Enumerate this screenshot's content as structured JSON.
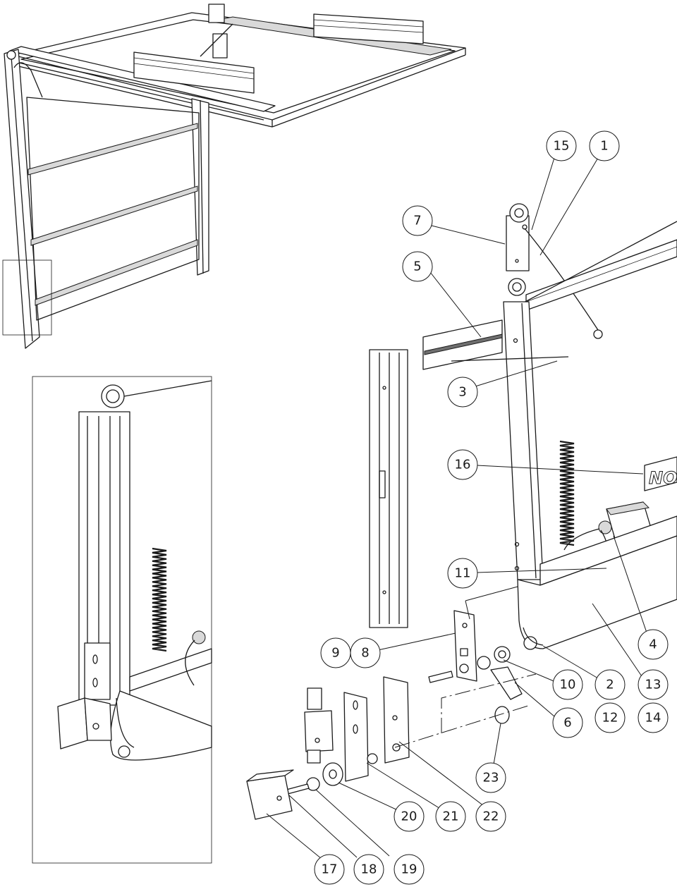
{
  "callouts": [
    {
      "id": "c1",
      "label": "1"
    },
    {
      "id": "c2",
      "label": "2"
    },
    {
      "id": "c3",
      "label": "3"
    },
    {
      "id": "c4",
      "label": "4"
    },
    {
      "id": "c5",
      "label": "5"
    },
    {
      "id": "c6",
      "label": "6"
    },
    {
      "id": "c7",
      "label": "7"
    },
    {
      "id": "c8",
      "label": "8"
    },
    {
      "id": "c9",
      "label": "9"
    },
    {
      "id": "c10",
      "label": "10"
    },
    {
      "id": "c11",
      "label": "11"
    },
    {
      "id": "c12",
      "label": "12"
    },
    {
      "id": "c13",
      "label": "13"
    },
    {
      "id": "c14",
      "label": "14"
    },
    {
      "id": "c15",
      "label": "15"
    },
    {
      "id": "c16",
      "label": "16"
    },
    {
      "id": "c17",
      "label": "17"
    },
    {
      "id": "c18",
      "label": "18"
    },
    {
      "id": "c19",
      "label": "19"
    },
    {
      "id": "c20",
      "label": "20"
    },
    {
      "id": "c21",
      "label": "21"
    },
    {
      "id": "c22",
      "label": "22"
    },
    {
      "id": "c23",
      "label": "23"
    }
  ],
  "panel_brand": "NO"
}
